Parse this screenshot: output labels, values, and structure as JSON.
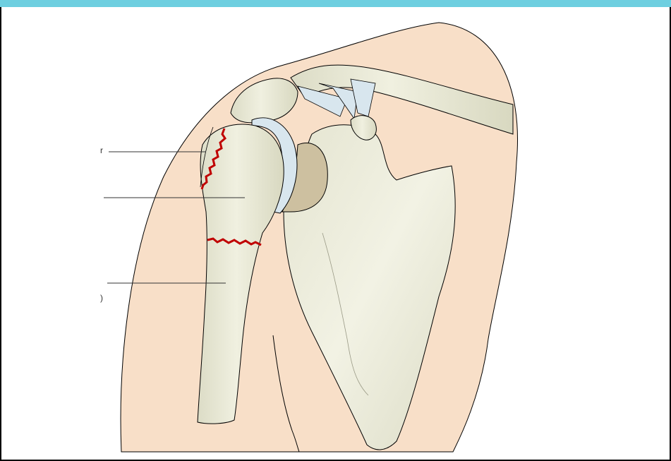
{
  "diagram": {
    "labels": [
      {
        "id": "label-1",
        "text": "r"
      },
      {
        "id": "label-2",
        "text": ""
      },
      {
        "id": "label-3",
        "text": ")"
      }
    ]
  },
  "colors": {
    "frame_top": "#6ecfe0",
    "skin": "#f8dfc8",
    "bone": "#ebebd8",
    "bone_shadow": "#d6d6be",
    "cartilage": "#d8e6ee",
    "glenoid": "#cdc0a0",
    "fracture": "#c00000",
    "leader_line": "#333333"
  }
}
